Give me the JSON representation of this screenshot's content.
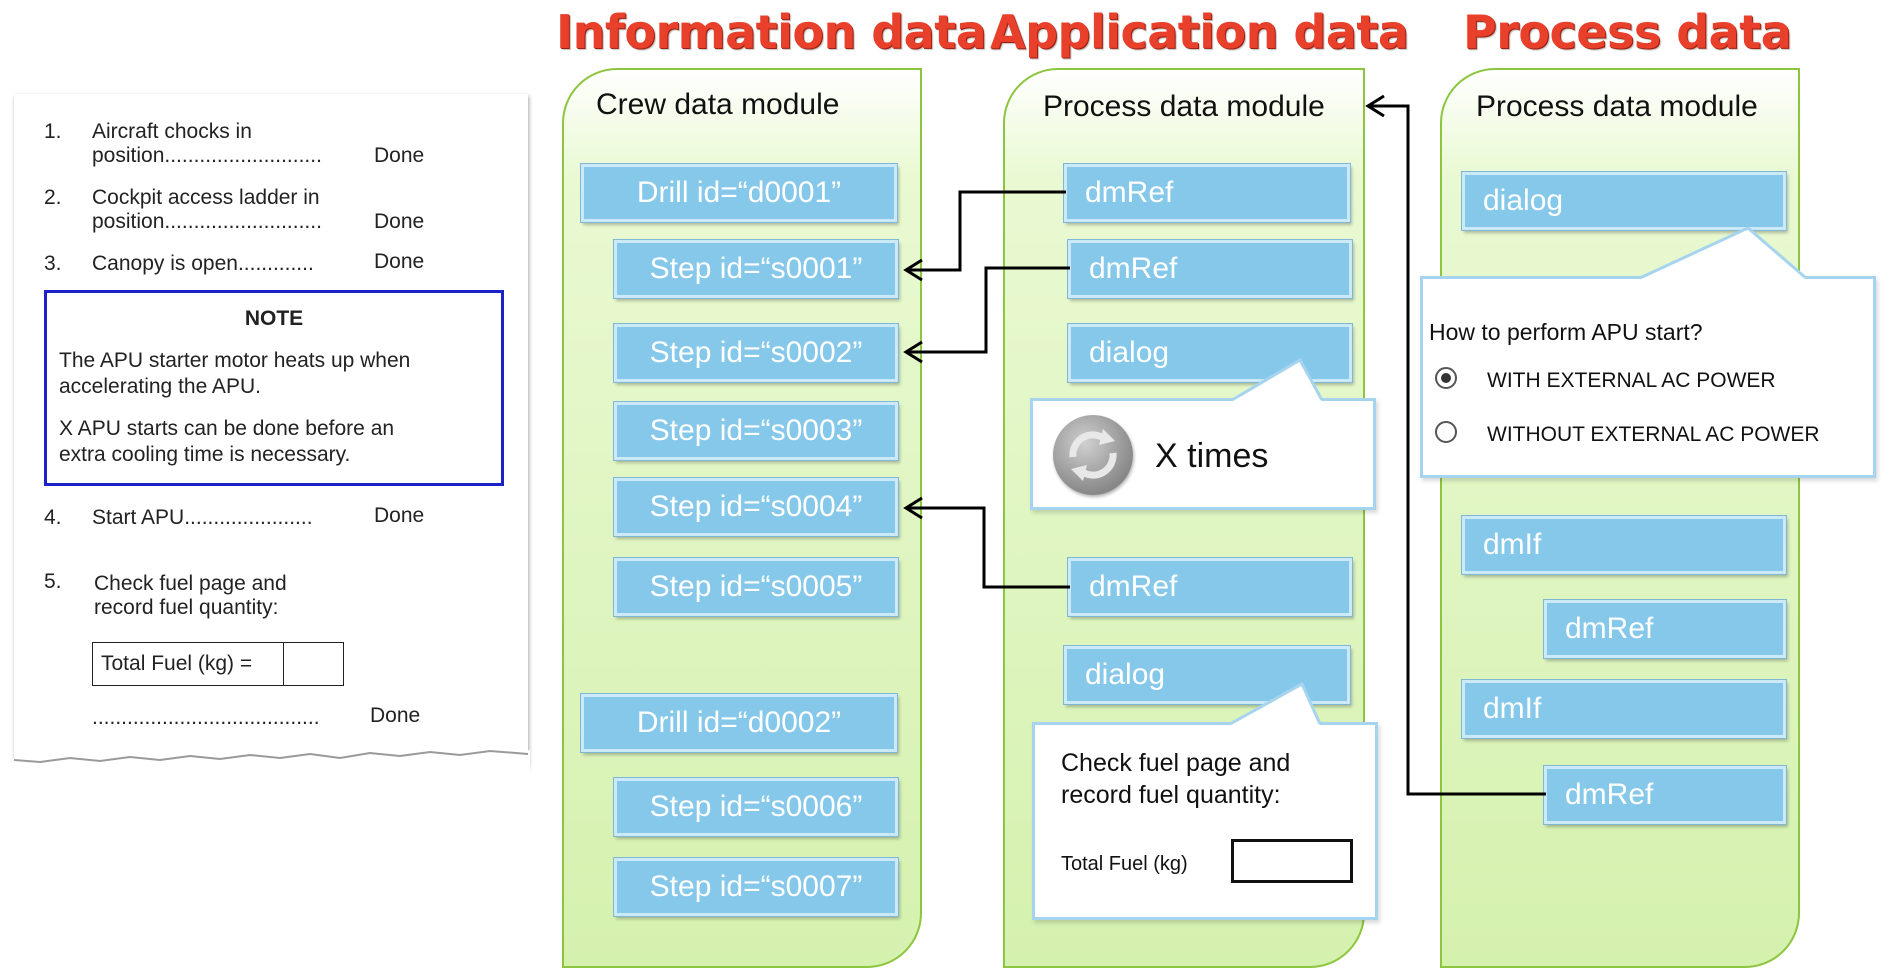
{
  "headings": {
    "information": "Information data",
    "application": "Application data",
    "process": "Process data"
  },
  "document": {
    "items": [
      {
        "num": "1.",
        "line1": "Aircraft chocks in",
        "line2": "position",
        "status": "Done"
      },
      {
        "num": "2.",
        "line1": "Cockpit access ladder in",
        "line2": "position",
        "status": "Done"
      },
      {
        "num": "3.",
        "line1": "Canopy is open",
        "status": "Done"
      },
      {
        "num": "4.",
        "line1": "Start APU",
        "status": "Done"
      },
      {
        "num": "5.",
        "line1": "Check fuel page and",
        "line2": "record fuel quantity:"
      }
    ],
    "note": {
      "title": "NOTE",
      "p1_l1": "The APU starter motor heats up when",
      "p1_l2": "accelerating the APU.",
      "p2_l1": "X APU starts can be done before an",
      "p2_l2": "extra cooling time is necessary."
    },
    "fuel_label": "Total Fuel (kg) =",
    "final_status": "Done"
  },
  "crew_module": {
    "title": "Crew data module",
    "drills": [
      "Drill id=“d0001”",
      "Drill id=“d0002”"
    ],
    "steps": [
      "Step id=“s0001”",
      "Step id=“s0002”",
      "Step id=“s0003”",
      "Step id=“s0004”",
      "Step id=“s0005”",
      "Step id=“s0006”",
      "Step id=“s0007”"
    ]
  },
  "app_module": {
    "title": "Process data module",
    "items": [
      "dmRef",
      "dmRef",
      "dialog",
      "dmRef",
      "dialog"
    ],
    "repeat_label": "X times",
    "fuel_callout": {
      "line1": "Check fuel page and",
      "line2": "record fuel quantity:",
      "field_label": "Total Fuel (kg)"
    }
  },
  "process_module": {
    "title": "Process data module",
    "items": [
      "dialog",
      "dmIf",
      "dmRef",
      "dmIf",
      "dmRef"
    ],
    "dialog": {
      "question": "How to perform APU start?",
      "options": [
        {
          "label": "WITH EXTERNAL AC POWER",
          "selected": true
        },
        {
          "label": "WITHOUT EXTERNAL AC POWER",
          "selected": false
        }
      ]
    }
  },
  "colors": {
    "heading": "#e8402b",
    "panel_border": "#8cc53e",
    "box_fill": "#86c8ea",
    "note_border": "#1b22c8"
  },
  "icons": {
    "repeat": "repeat-icon"
  }
}
